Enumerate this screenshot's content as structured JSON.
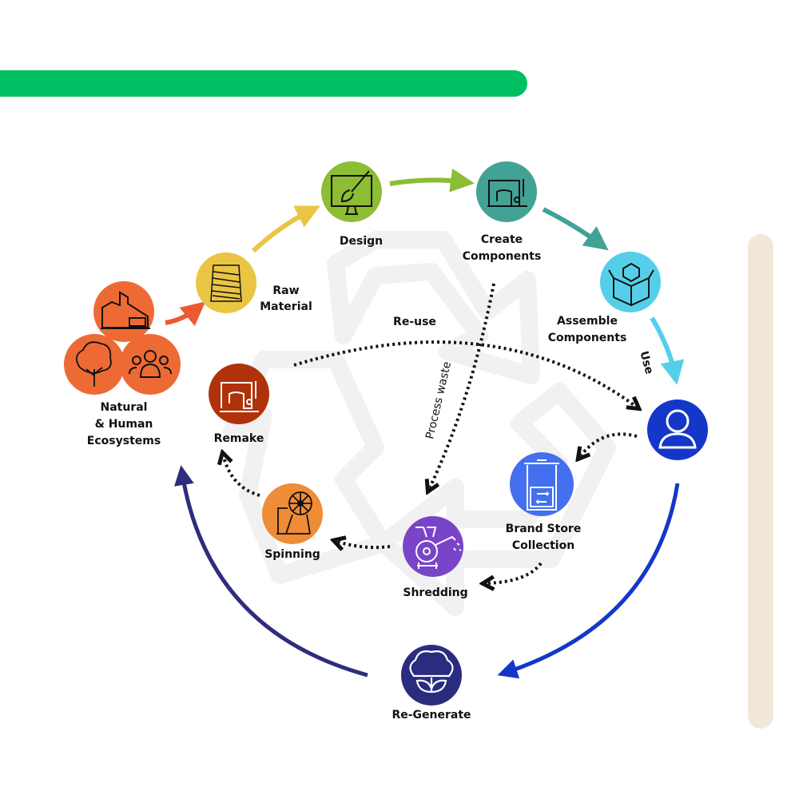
{
  "colors": {
    "top_bar": "#00bf63",
    "side_bar": "#f1e8da",
    "natural": "#ee6a35",
    "raw_material": "#e9c543",
    "design": "#8cbd34",
    "create": "#42a295",
    "assemble": "#55cfe9",
    "use": "#1437c9",
    "brand_store": "#4470ef",
    "shredding": "#7a44c9",
    "spinning": "#ee8c38",
    "remake": "#b0320b",
    "regenerate": "#2a2c80",
    "natural_arrow": "#ec5a2f",
    "regenerate_arrow": "#2e2d7c"
  },
  "nodes": {
    "natural": {
      "lines": [
        "Natural",
        "& Human",
        "Ecosystems"
      ],
      "icons": [
        "building-icon",
        "tree-icon",
        "people-icon"
      ]
    },
    "raw_material": {
      "lines": [
        "Raw",
        "Material"
      ],
      "icon": "yarn-spool-icon"
    },
    "design": {
      "lines": [
        "Design"
      ],
      "icon": "monitor-brush-icon"
    },
    "create": {
      "lines": [
        "Create",
        "Components"
      ],
      "icon": "sewing-machine-icon"
    },
    "assemble": {
      "lines": [
        "Assemble",
        "Components"
      ],
      "icon": "box-icon"
    },
    "use": {
      "icon": "user-icon"
    },
    "brand_store": {
      "lines": [
        "Brand Store",
        "Collection"
      ],
      "icon": "recycle-bin-icon"
    },
    "shredding": {
      "lines": [
        "Shredding"
      ],
      "icon": "shredder-icon"
    },
    "spinning": {
      "lines": [
        "Spinning"
      ],
      "icon": "spinning-wheel-icon"
    },
    "remake": {
      "lines": [
        "Remake"
      ],
      "icon": "sewing-machine-icon"
    },
    "regenerate": {
      "lines": [
        "Re-Generate"
      ],
      "icon": "cotton-icon"
    }
  },
  "edge_labels": {
    "reuse": "Re-use",
    "use": "Use",
    "process_waste": "Process waste"
  }
}
